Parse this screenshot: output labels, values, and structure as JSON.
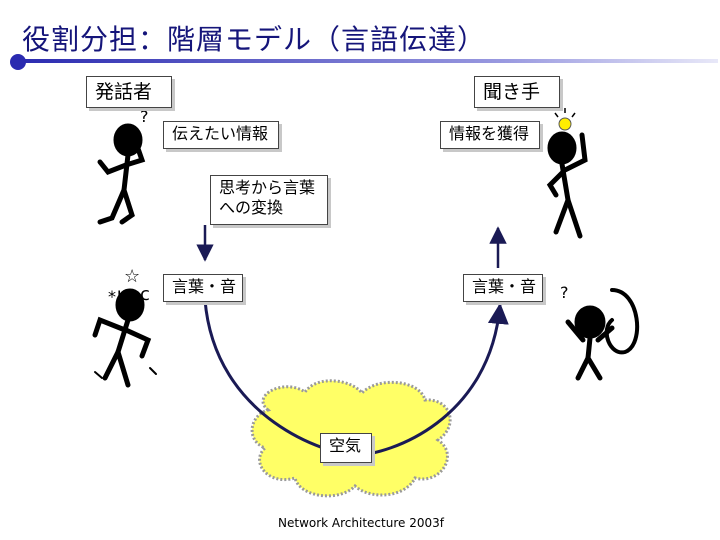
{
  "slide": {
    "title": "役割分担：階層モデル（言語伝達）",
    "speaker_label": "発話者",
    "listener_label": "聞き手",
    "intent_text": "伝えたい情報",
    "acquire_text": "情報を獲得",
    "convert_line1": "思考から言葉",
    "convert_line2": "への変換",
    "sound_left": "言葉・音",
    "sound_right": "言葉・音",
    "medium_text": "空気",
    "footer": "Network Architecture 2003f"
  },
  "colors": {
    "title": "#15157a",
    "accent": "#2a2ab0",
    "cloud": "#ffff66",
    "arrow": "#1a1a55"
  },
  "icons": [
    "thinking-person-icon",
    "lightbulb-person-icon",
    "shouting-person-icon",
    "phone-listener-icon",
    "lightbulb-icon"
  ]
}
